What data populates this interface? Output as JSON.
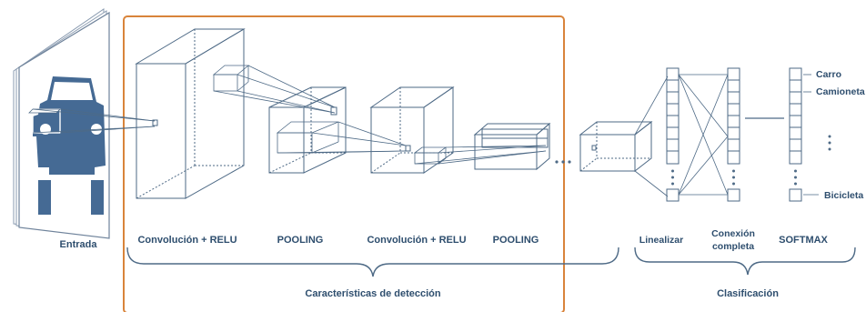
{
  "stages": {
    "input": "Entrada",
    "conv1": "Convolución + RELU",
    "pool1": "POOLING",
    "conv2": "Convolución + RELU",
    "pool2": "POOLING",
    "flatten": "Linealizar",
    "fc_line1": "Conexión",
    "fc_line2": "completa",
    "softmax": "SOFTMAX"
  },
  "groups": {
    "features": "Características de detección",
    "classification": "Clasificación"
  },
  "outputs": {
    "car": "Carro",
    "truck": "Camioneta",
    "bicycle": "Bicicleta"
  },
  "colors": {
    "line": "#4e6a86",
    "text": "#2e4e6e",
    "car_icon": "#456a94",
    "highlight_box": "#d9843b"
  },
  "icons": {
    "input_image": "car-front-icon"
  }
}
